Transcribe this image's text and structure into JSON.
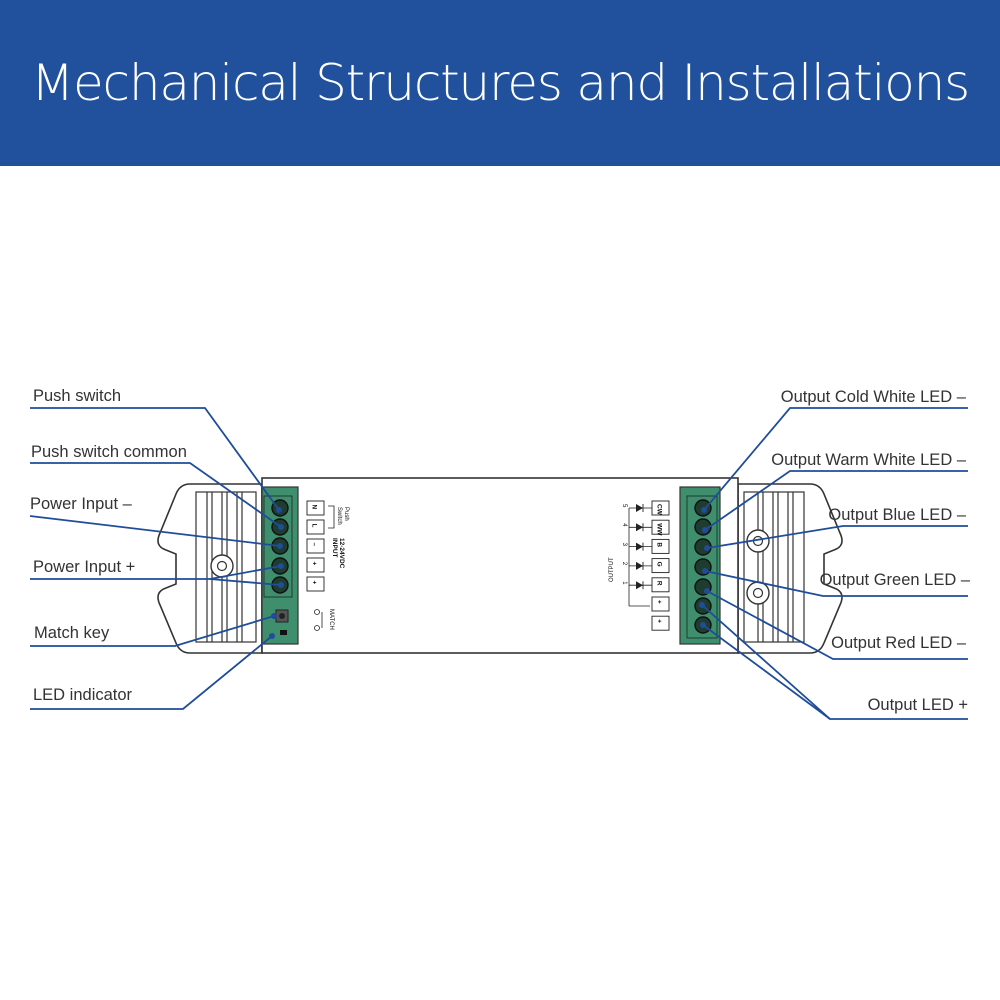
{
  "header": {
    "title": "Mechanical Structures and Installations"
  },
  "colors": {
    "banner": "#21519c",
    "leader": "#1f4d99",
    "terminal_block": "#3f8f6e",
    "device_outline": "#333333"
  },
  "left_labels": {
    "push_switch": "Push switch",
    "push_switch_common": "Push switch common",
    "power_input_minus": "Power Input –",
    "power_input_plus": "Power Input +",
    "match_key": "Match key",
    "led_indicator": "LED indicator"
  },
  "right_labels": {
    "cold_white": "Output Cold White LED –",
    "warm_white": "Output Warm White LED –",
    "blue": "Output Blue LED –",
    "green": "Output Green LED –",
    "red": "Output Red LED –",
    "led_plus": "Output LED +"
  },
  "device": {
    "input_terminals": [
      "N",
      "L",
      "–",
      "+",
      "+"
    ],
    "switch_label": "Switch",
    "push_label": "Push",
    "input_label": "INPUT",
    "voltage_label": "12-24VDC",
    "match_label": "MATCH",
    "output_label": "OUTPUT",
    "output_terminals": [
      "CW",
      "WW",
      "B",
      "G",
      "R",
      "+",
      "+"
    ],
    "channel_numbers": [
      "5",
      "4",
      "3",
      "2",
      "1"
    ]
  }
}
